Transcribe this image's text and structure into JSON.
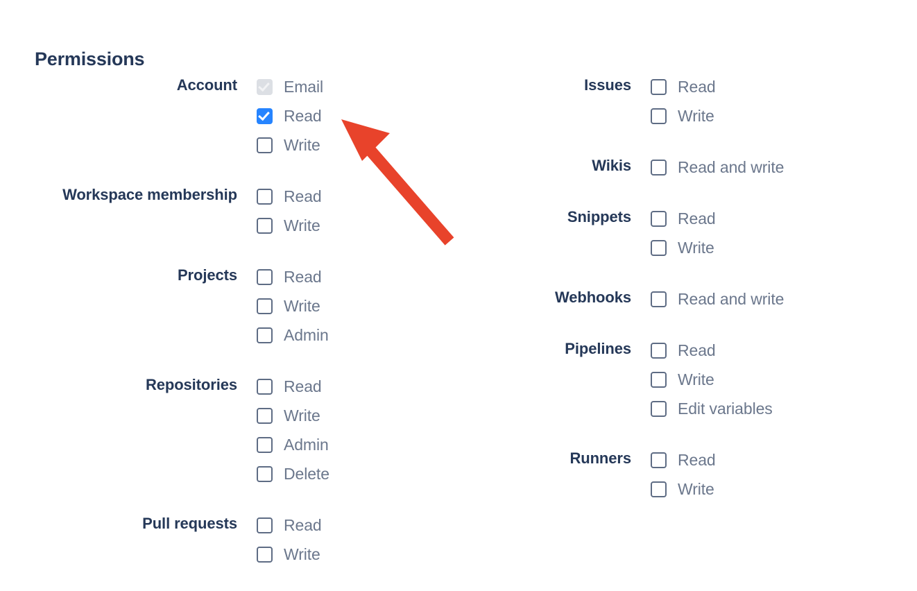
{
  "page": {
    "title": "Permissions",
    "title_color": "#253858",
    "label_color": "#253858",
    "option_color": "#6b778c",
    "checked_color": "#2684ff",
    "disabled_color": "#dcdfe4",
    "unchecked_border_color": "#5e6c84",
    "background": "#ffffff"
  },
  "annotation": {
    "arrow_color": "#e8432b",
    "arrow_name": "red-arrow-pointing-to-account-read-checkbox",
    "points_to": "Account Read checkbox"
  },
  "columns": {
    "left": [
      {
        "label": "Account",
        "options": [
          {
            "label": "Email",
            "state": "disabled-checked"
          },
          {
            "label": "Read",
            "state": "checked"
          },
          {
            "label": "Write",
            "state": "unchecked"
          }
        ]
      },
      {
        "label": "Workspace membership",
        "options": [
          {
            "label": "Read",
            "state": "unchecked"
          },
          {
            "label": "Write",
            "state": "unchecked"
          }
        ]
      },
      {
        "label": "Projects",
        "options": [
          {
            "label": "Read",
            "state": "unchecked"
          },
          {
            "label": "Write",
            "state": "unchecked"
          },
          {
            "label": "Admin",
            "state": "unchecked"
          }
        ]
      },
      {
        "label": "Repositories",
        "options": [
          {
            "label": "Read",
            "state": "unchecked"
          },
          {
            "label": "Write",
            "state": "unchecked"
          },
          {
            "label": "Admin",
            "state": "unchecked"
          },
          {
            "label": "Delete",
            "state": "unchecked"
          }
        ]
      },
      {
        "label": "Pull requests",
        "options": [
          {
            "label": "Read",
            "state": "unchecked"
          },
          {
            "label": "Write",
            "state": "unchecked"
          }
        ]
      }
    ],
    "right": [
      {
        "label": "Issues",
        "options": [
          {
            "label": "Read",
            "state": "unchecked"
          },
          {
            "label": "Write",
            "state": "unchecked"
          }
        ]
      },
      {
        "label": "Wikis",
        "options": [
          {
            "label": "Read and write",
            "state": "unchecked"
          }
        ]
      },
      {
        "label": "Snippets",
        "options": [
          {
            "label": "Read",
            "state": "unchecked"
          },
          {
            "label": "Write",
            "state": "unchecked"
          }
        ]
      },
      {
        "label": "Webhooks",
        "options": [
          {
            "label": "Read and write",
            "state": "unchecked"
          }
        ]
      },
      {
        "label": "Pipelines",
        "options": [
          {
            "label": "Read",
            "state": "unchecked"
          },
          {
            "label": "Write",
            "state": "unchecked"
          },
          {
            "label": "Edit variables",
            "state": "unchecked"
          }
        ]
      },
      {
        "label": "Runners",
        "options": [
          {
            "label": "Read",
            "state": "unchecked"
          },
          {
            "label": "Write",
            "state": "unchecked"
          }
        ]
      }
    ]
  }
}
